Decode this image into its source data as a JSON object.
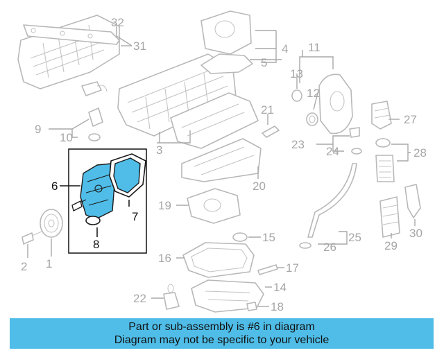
{
  "diagram": {
    "highlight_color": "#4fbde8",
    "callouts": [
      {
        "id": "c1",
        "label": "1"
      },
      {
        "id": "c2",
        "label": "2"
      },
      {
        "id": "c3",
        "label": "3"
      },
      {
        "id": "c4",
        "label": "4"
      },
      {
        "id": "c5",
        "label": "5"
      },
      {
        "id": "c6",
        "label": "6"
      },
      {
        "id": "c7",
        "label": "7"
      },
      {
        "id": "c8",
        "label": "8"
      },
      {
        "id": "c9",
        "label": "9"
      },
      {
        "id": "c10",
        "label": "10"
      },
      {
        "id": "c11",
        "label": "11"
      },
      {
        "id": "c12",
        "label": "12"
      },
      {
        "id": "c13",
        "label": "13"
      },
      {
        "id": "c14",
        "label": "14"
      },
      {
        "id": "c15",
        "label": "15"
      },
      {
        "id": "c16",
        "label": "16"
      },
      {
        "id": "c17",
        "label": "17"
      },
      {
        "id": "c18",
        "label": "18"
      },
      {
        "id": "c19",
        "label": "19"
      },
      {
        "id": "c20",
        "label": "20"
      },
      {
        "id": "c21",
        "label": "21"
      },
      {
        "id": "c22",
        "label": "22"
      },
      {
        "id": "c23",
        "label": "23"
      },
      {
        "id": "c24",
        "label": "24"
      },
      {
        "id": "c25",
        "label": "25"
      },
      {
        "id": "c26",
        "label": "26"
      },
      {
        "id": "c27",
        "label": "27"
      },
      {
        "id": "c28",
        "label": "28"
      },
      {
        "id": "c29",
        "label": "29"
      },
      {
        "id": "c30",
        "label": "30"
      },
      {
        "id": "c31",
        "label": "31"
      },
      {
        "id": "c32",
        "label": "32"
      }
    ]
  },
  "banner": {
    "line1": "Part or sub-assembly is #6 in diagram",
    "line2": "Diagram may not be specific to your vehicle"
  }
}
